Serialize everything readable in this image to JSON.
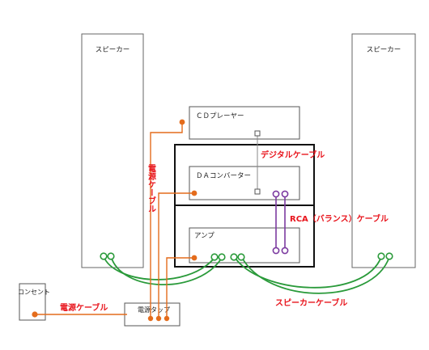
{
  "labels": {
    "speaker_left": "スピーカー",
    "speaker_right": "スピーカー",
    "cd_player": "ＣＤプレーヤー",
    "da_converter": "ＤＡコンバーター",
    "amp": "アンプ",
    "outlet": "コンセント",
    "power_strip": "電源タップ"
  },
  "cable_labels": {
    "digital": "デジタルケーブル",
    "rca": "RCA（バランス）ケーブル",
    "speaker": "スピーカーケーブル",
    "power_horizontal": "電源ケーブル",
    "power_vertical": "電源ケーブル"
  },
  "colors": {
    "power": "#e46c1c",
    "speaker": "#2a9a3a",
    "rca": "#7b3aa0",
    "digital": "#888888",
    "label_red": "#e8141c",
    "box_border": "#555555",
    "rack_border": "#111111"
  }
}
